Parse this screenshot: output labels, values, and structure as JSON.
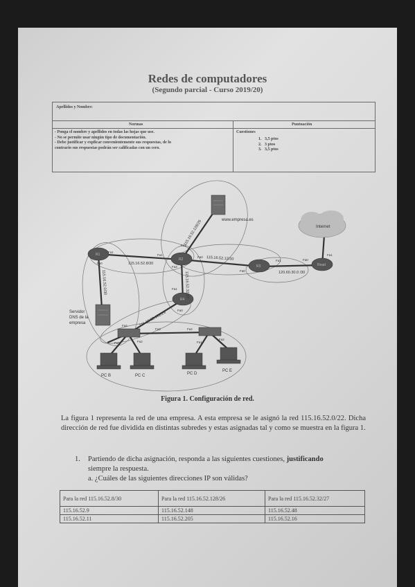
{
  "header": {
    "title": "Redes de computadores",
    "subtitle": "(Segundo parcial - Curso 2019/20)"
  },
  "form": {
    "name_label": "Apellidos y Nombre:",
    "rules_header": "Normas",
    "score_header": "Puntuación",
    "rules": [
      "- Ponga el nombre y apellidos en todas las hojas que use.",
      "- No se permite usar ningún tipo de documentación.",
      "- Debe justificar y explicar convenientemente sus respuestas, de lo",
      "contrario sus respuestas podrán ser calificadas con un cero."
    ],
    "questions_label": "Cuestiones",
    "scores": [
      {
        "num": "1.",
        "pts": "3,5 ptos"
      },
      {
        "num": "2.",
        "pts": "3 ptos"
      },
      {
        "num": "3.",
        "pts": "3,5 ptos"
      }
    ]
  },
  "diagram": {
    "labels": {
      "internet": "Internet",
      "www": "www.empresa.es",
      "dns": [
        "Servidor",
        "DNS de la",
        "empresa"
      ],
      "net1": "115.16.52.8/30",
      "net2": "115.16.52.12/30",
      "net3": "115.16.52.128/26",
      "net4": "115.16.52.32/27",
      "net5": "115.16.52.192/29",
      "net6": "115.16.52.0/30",
      "net7": "120.60.30.0 /30",
      "net8": "115.16.52.16/28",
      "pcs": [
        "PC B",
        "PC C",
        "PC D",
        "PC E"
      ],
      "ifaces": {
        "fa1": "Fa1",
        "fa0": "Fa0",
        "fa2": "Fa2",
        "fa3": "Fa3",
        "fa4": "Fa4",
        "r1": "R1",
        "r2": "R2",
        "r3": "R3",
        "r4": "R4",
        "read": "Read"
      }
    }
  },
  "caption": "Figura 1. Configuración de red.",
  "body": {
    "paragraph": "La figura 1 representa la red de una empresa. A esta empresa se le asignó la red 115.16.52.0/22. Dicha dirección de red fue dividida en distintas subredes y estas asignadas tal y como se muestra en la figura 1.",
    "q1_num": "1.",
    "q1_text_a": "Partiendo de dicha asignación, responda a las siguientes cuestiones, ",
    "q1_bold": "justificando",
    "q1_text_b": "siempre la respuesta.",
    "qa": "a.   ¿Cuáles de las siguientes direcciones IP son válidas?"
  },
  "ip_table": {
    "headers": [
      "Para la red 115.16.52.8/30",
      "Para la red 115.16.52.128/26",
      "Para la red 115.16.52.32/27"
    ],
    "rows": [
      [
        "115.16.52.9",
        "115.16.52.148",
        "115.16.52.48"
      ],
      [
        "115.16.52.11",
        "115.16.52.205",
        "115.16.52.16"
      ]
    ]
  }
}
